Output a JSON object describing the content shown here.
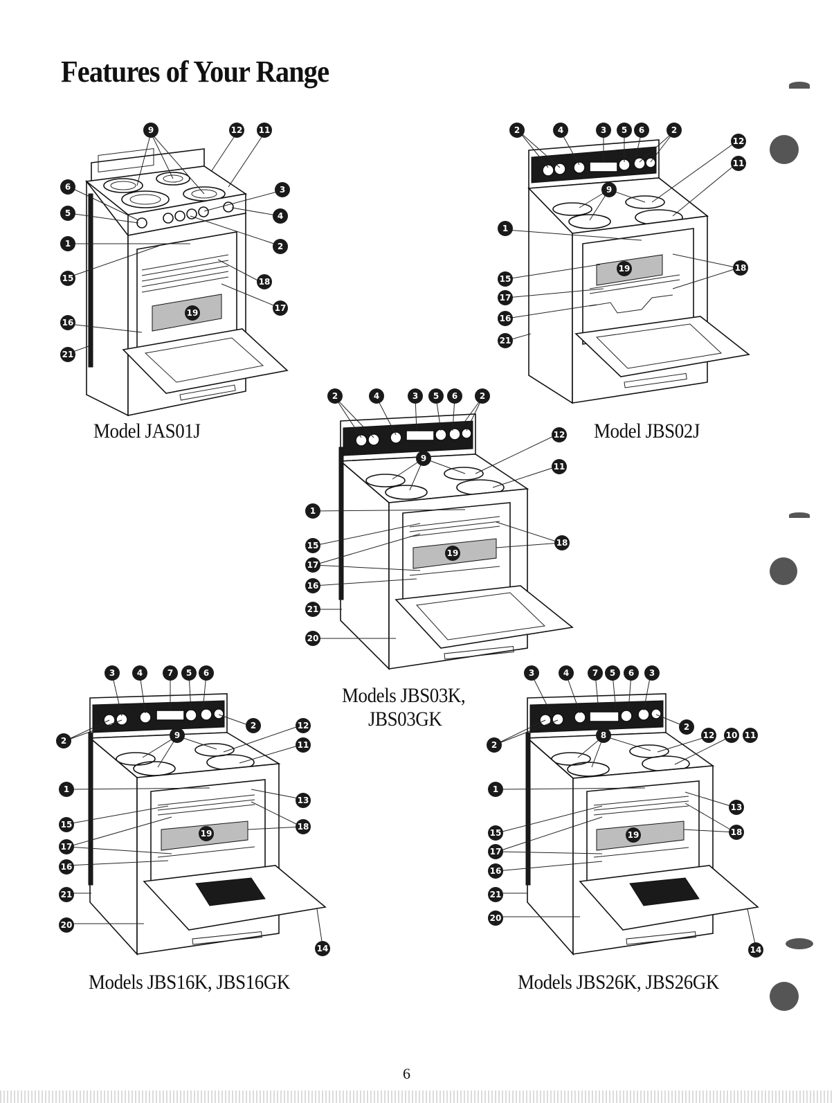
{
  "page": {
    "title": "Features of Your Range",
    "page_number": "6"
  },
  "figures": [
    {
      "id": "jas01j",
      "caption": "Model JAS01J",
      "callouts": [
        "9",
        "12",
        "11",
        "6",
        "3",
        "5",
        "4",
        "1",
        "2",
        "15",
        "18",
        "17",
        "19",
        "16",
        "21"
      ]
    },
    {
      "id": "jbs02j",
      "caption": "Model JBS02J",
      "callouts": [
        "2",
        "4",
        "3",
        "5",
        "6",
        "2",
        "12",
        "11",
        "9",
        "1",
        "15",
        "19",
        "18",
        "17",
        "16",
        "21"
      ]
    },
    {
      "id": "jbs03k",
      "caption_line1": "Models JBS03K,",
      "caption_line2": "JBS03GK",
      "callouts": [
        "2",
        "4",
        "3",
        "5",
        "6",
        "2",
        "12",
        "9",
        "11",
        "1",
        "15",
        "18",
        "19",
        "17",
        "16",
        "21",
        "20"
      ]
    },
    {
      "id": "jbs16k",
      "caption": "Models JBS16K, JBS16GK",
      "callouts": [
        "3",
        "4",
        "7",
        "5",
        "6",
        "2",
        "2",
        "9",
        "12",
        "11",
        "1",
        "13",
        "15",
        "18",
        "19",
        "17",
        "16",
        "21",
        "20",
        "14"
      ]
    },
    {
      "id": "jbs26k",
      "caption": "Models JBS26K, JBS26GK",
      "callouts": [
        "3",
        "4",
        "7",
        "5",
        "6",
        "3",
        "2",
        "2",
        "8",
        "12",
        "10",
        "11",
        "1",
        "13",
        "15",
        "18",
        "19",
        "17",
        "16",
        "21",
        "20",
        "14"
      ]
    }
  ]
}
